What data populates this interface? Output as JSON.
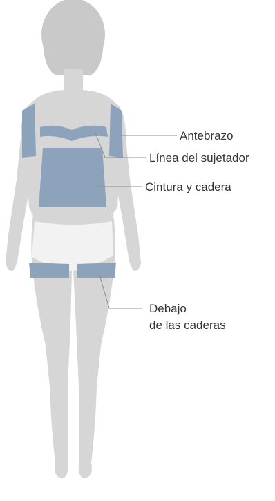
{
  "colors": {
    "body": "#d6d6d6",
    "hair": "#c9c9c9",
    "zone": "#8da3bc",
    "leader": "#8c8c8c",
    "underwear": "#f2f2f2",
    "text": "#333333"
  },
  "labels": {
    "forearm": "Antebrazo",
    "bra_line": "Línea del sujetador",
    "waist_hip": "Cintura y cadera",
    "below_hips_line1": "Debajo",
    "below_hips_line2": "de las caderas"
  }
}
